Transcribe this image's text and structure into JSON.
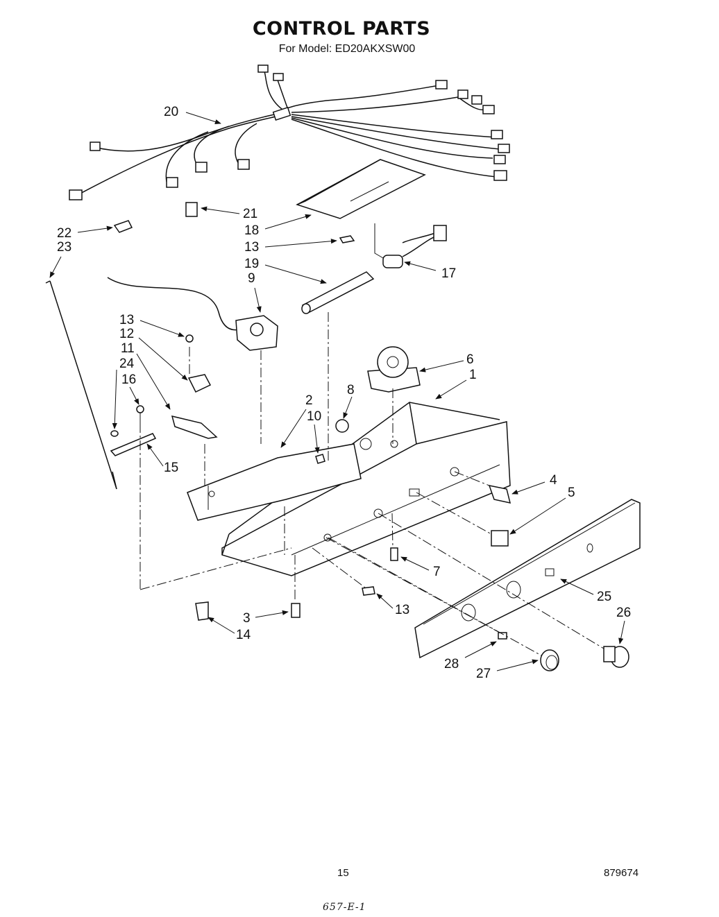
{
  "header": {
    "title": "CONTROL PARTS",
    "subtitle": "For Model: ED20AKXSW00"
  },
  "callouts": [
    "20",
    "21",
    "18",
    "13",
    "19",
    "17",
    "22",
    "23",
    "9",
    "13",
    "12",
    "11",
    "24",
    "16",
    "6",
    "1",
    "8",
    "2",
    "10",
    "15",
    "4",
    "5",
    "7",
    "13",
    "25",
    "26",
    "3",
    "14",
    "28",
    "27"
  ],
  "footer": {
    "page_number": "15",
    "document_number": "879674",
    "handwritten_note": "657-E-1"
  }
}
